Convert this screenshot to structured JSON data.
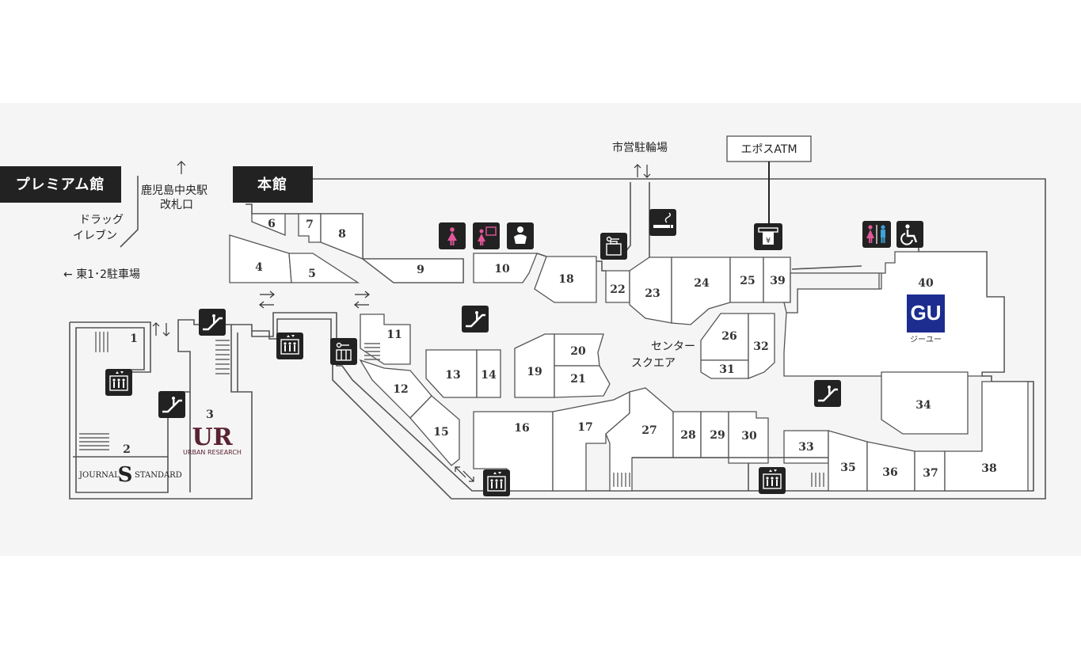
{
  "buildings": {
    "premium": "プレミアム館",
    "main": "本館"
  },
  "labels": {
    "drug_line1": "ドラッグ",
    "drug_line2": "イレブン",
    "station_line1": "鹿児島中央駅",
    "station_line2": "改札口",
    "parking": "← 東1･2駐車場",
    "bike_parking": "市営駐輪場",
    "atm": "エポスATM",
    "center_line1": "センター",
    "center_line2": "スクエア"
  },
  "brands": {
    "gu": "GU",
    "gu_kana": "ジーユー",
    "ur": "UR",
    "ur_sub": "URBAN RESEARCH",
    "journal": "JOURNAL",
    "standard": "STANDARD",
    "js_mark": "S"
  },
  "shops": {
    "s1": "1",
    "s2": "2",
    "s3": "3",
    "s4": "4",
    "s5": "5",
    "s6": "6",
    "s7": "7",
    "s8": "8",
    "s9": "9",
    "s10": "10",
    "s11": "11",
    "s12": "12",
    "s13": "13",
    "s14": "14",
    "s15": "15",
    "s16": "16",
    "s17": "17",
    "s18": "18",
    "s19": "19",
    "s20": "20",
    "s21": "21",
    "s22": "22",
    "s23": "23",
    "s24": "24",
    "s25": "25",
    "s26": "26",
    "s27": "27",
    "s28": "28",
    "s29": "29",
    "s30": "30",
    "s31": "31",
    "s32": "32",
    "s33": "33",
    "s34": "34",
    "s35": "35",
    "s36": "36",
    "s37": "37",
    "s38": "38",
    "s39": "39",
    "s40": "40"
  },
  "atm_yen": "¥",
  "colors": {
    "badge": "#222222",
    "floor": "#f5f5f5",
    "gu_blue": "#1c2d8f",
    "ur_brown": "#5a2332",
    "restroom_female": "#e2579a",
    "restroom_male": "#3ba3d6"
  }
}
